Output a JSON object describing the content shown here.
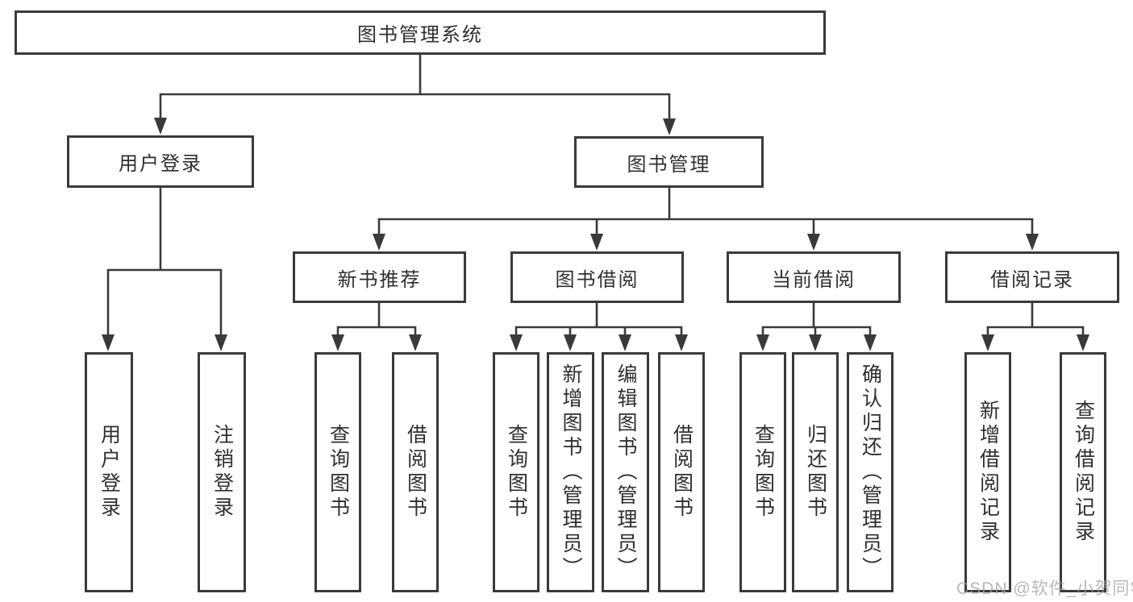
{
  "diagram": {
    "title_node": {
      "label": "图书管理系统"
    },
    "level2": [
      {
        "label": "用户登录"
      },
      {
        "label": "图书管理"
      }
    ],
    "level3": [
      {
        "label": "新书推荐"
      },
      {
        "label": "图书借阅"
      },
      {
        "label": "当前借阅"
      },
      {
        "label": "借阅记录"
      }
    ],
    "leaves": {
      "user_login": [
        {
          "label": "用户登录"
        },
        {
          "label": "注销登录"
        }
      ],
      "new_book_recommend": [
        {
          "label": "查询图书"
        },
        {
          "label": "借阅图书"
        }
      ],
      "book_borrow": [
        {
          "label": "查询图书"
        },
        {
          "label": "新增图书（管理员）"
        },
        {
          "label": "编辑图书（管理员）"
        },
        {
          "label": "借阅图书"
        }
      ],
      "current_borrow": [
        {
          "label": "查询图书"
        },
        {
          "label": "归还图书"
        },
        {
          "label": "确认归还（管理员）"
        }
      ],
      "borrow_records": [
        {
          "label": "新增借阅记录"
        },
        {
          "label": "查询借阅记录"
        }
      ]
    }
  },
  "watermark": {
    "text": "CSDN @软件_小贺同学"
  },
  "colors": {
    "line": "#3a3a3a",
    "text": "#2f2f2f",
    "background": "#ffffff",
    "watermark": "#a0a0a0"
  }
}
